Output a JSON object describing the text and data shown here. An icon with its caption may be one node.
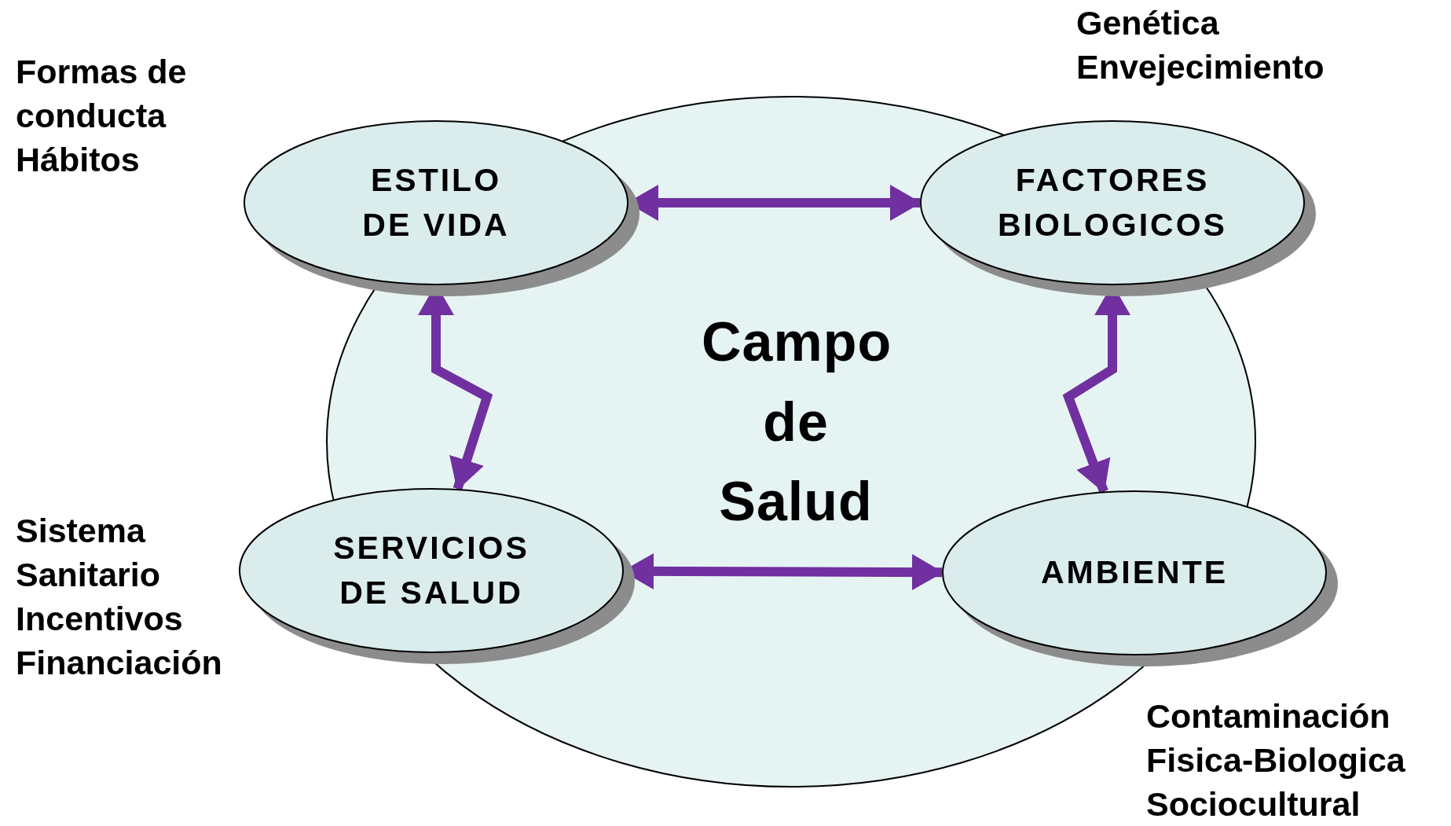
{
  "diagram": {
    "nodes": [
      {
        "text": [
          "Campo de Salud"
        ]
      },
      {
        "text": [
          "ESTILO DE VIDA"
        ],
        "beside": [
          "Formas de conducta Hábitos"
        ]
      },
      {
        "text": [
          "FACTORES BIOLOGICOS"
        ]
      },
      {
        "text": [
          "SERVICIOS DE SALUD"
        ],
        "beside": [
          "Sistema Sanitario Incentivos Financiación"
        ]
      },
      {
        "text": [
          "AMBIENTE"
        ]
      }
    ],
    "labels": [
      "Genética Envejecimiento",
      "Contaminación Fisica-Biologica Sociocultural"
    ],
    "edges": [
      {
        "from": 1,
        "to": 2,
        "arrow": "both"
      },
      {
        "from": 1,
        "to": 3,
        "arrow": "both"
      },
      {
        "from": 2,
        "to": 4,
        "arrow": "both"
      },
      {
        "from": 3,
        "to": 4,
        "arrow": "both"
      }
    ]
  }
}
